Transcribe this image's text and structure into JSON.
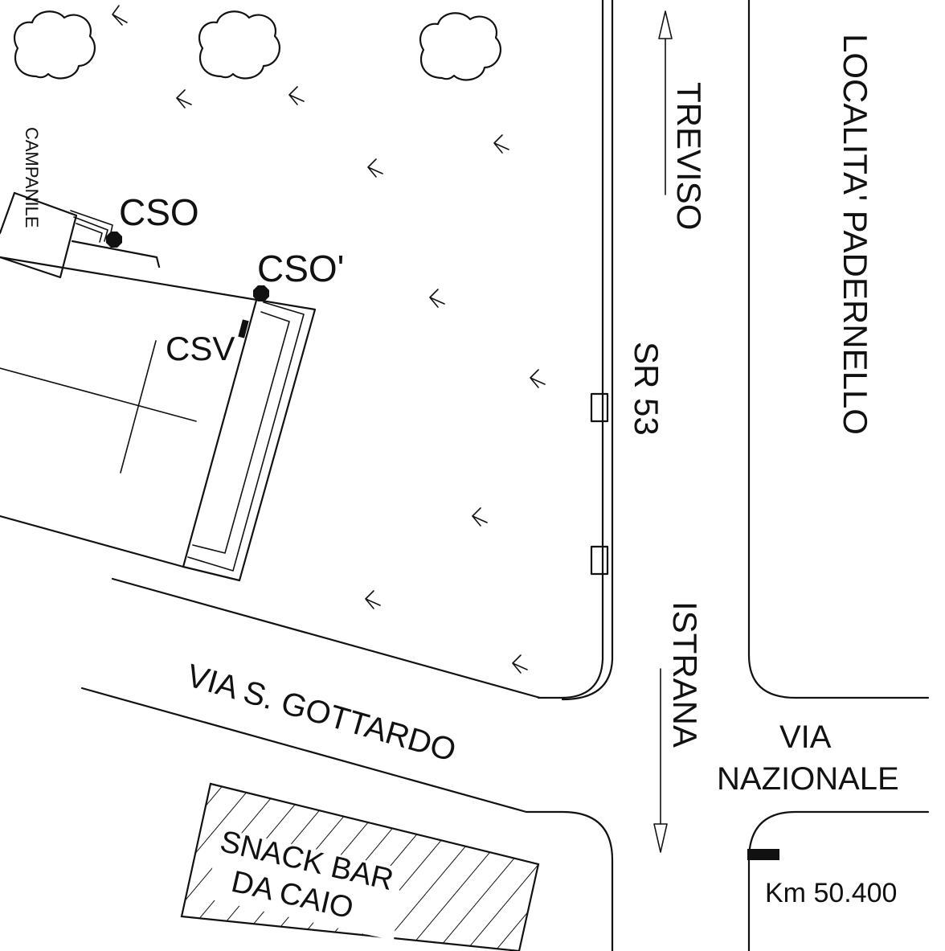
{
  "labels": {
    "campanile": "CAMPANILE",
    "cso": "CSO",
    "cso_prime": "CSO'",
    "csv": "CSV",
    "treviso": "TREVISO",
    "localita": "LOCALITA' PADERNELLO",
    "sr53": "SR 53",
    "istrana": "ISTRANA",
    "via_gottardo": "VIA S. GOTTARDO",
    "via_nazionale_1": "VIA",
    "via_nazionale_2": "NAZIONALE",
    "snack_bar_1": "SNACK BAR",
    "snack_bar_2": "DA CAIO",
    "km": "Km 50.400"
  },
  "icons": [
    "tree-icon",
    "wind-arrow-icon",
    "monitoring-point-icon",
    "direction-arrow-icon"
  ]
}
